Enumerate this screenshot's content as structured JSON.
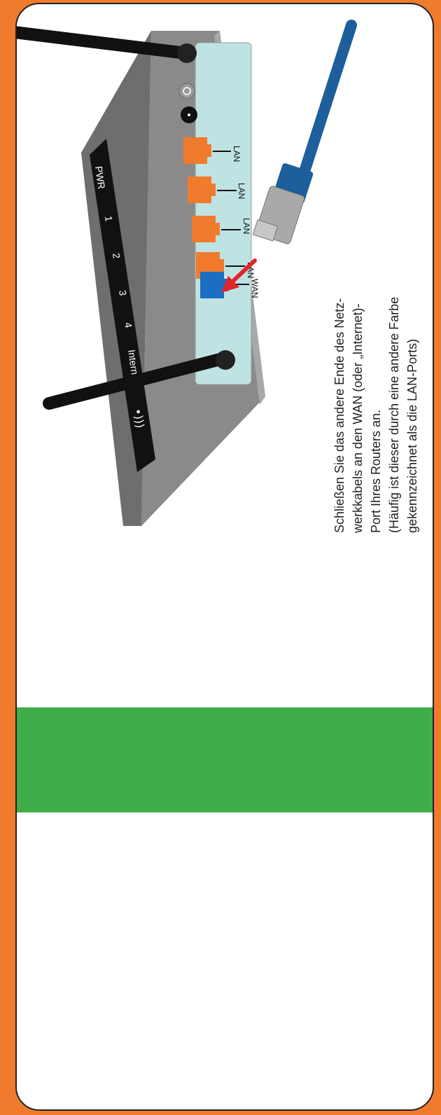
{
  "router": {
    "front_leds": [
      "PWR",
      "1",
      "2",
      "3",
      "4",
      "Internet",
      "wifi-icon"
    ],
    "ports": [
      {
        "label": "LAN",
        "color": "#f07b2c"
      },
      {
        "label": "LAN",
        "color": "#f07b2c"
      },
      {
        "label": "LAN",
        "color": "#f07b2c"
      },
      {
        "label": "LAN",
        "color": "#f07b2c"
      },
      {
        "label": "WAN",
        "color": "#1a6fc2"
      }
    ],
    "power_icon": "power-icon",
    "panel_color": "#bfe3e3",
    "cable_color": "#1d5f9a"
  },
  "instructions": {
    "line1": "Schließen Sie das andere Ende des Netz-",
    "line2": "werkkabels an den WAN (oder „Internet)-",
    "line3": "Port Ihres Routers an.",
    "line4": "(Häufig ist dieser durch eine andere Farbe",
    "line5": "gekennzeichnet als die LAN-Ports)"
  },
  "colors": {
    "border_orange": "#f07b2c",
    "band_green": "#3fae49",
    "arrow_red": "#e0262b"
  }
}
